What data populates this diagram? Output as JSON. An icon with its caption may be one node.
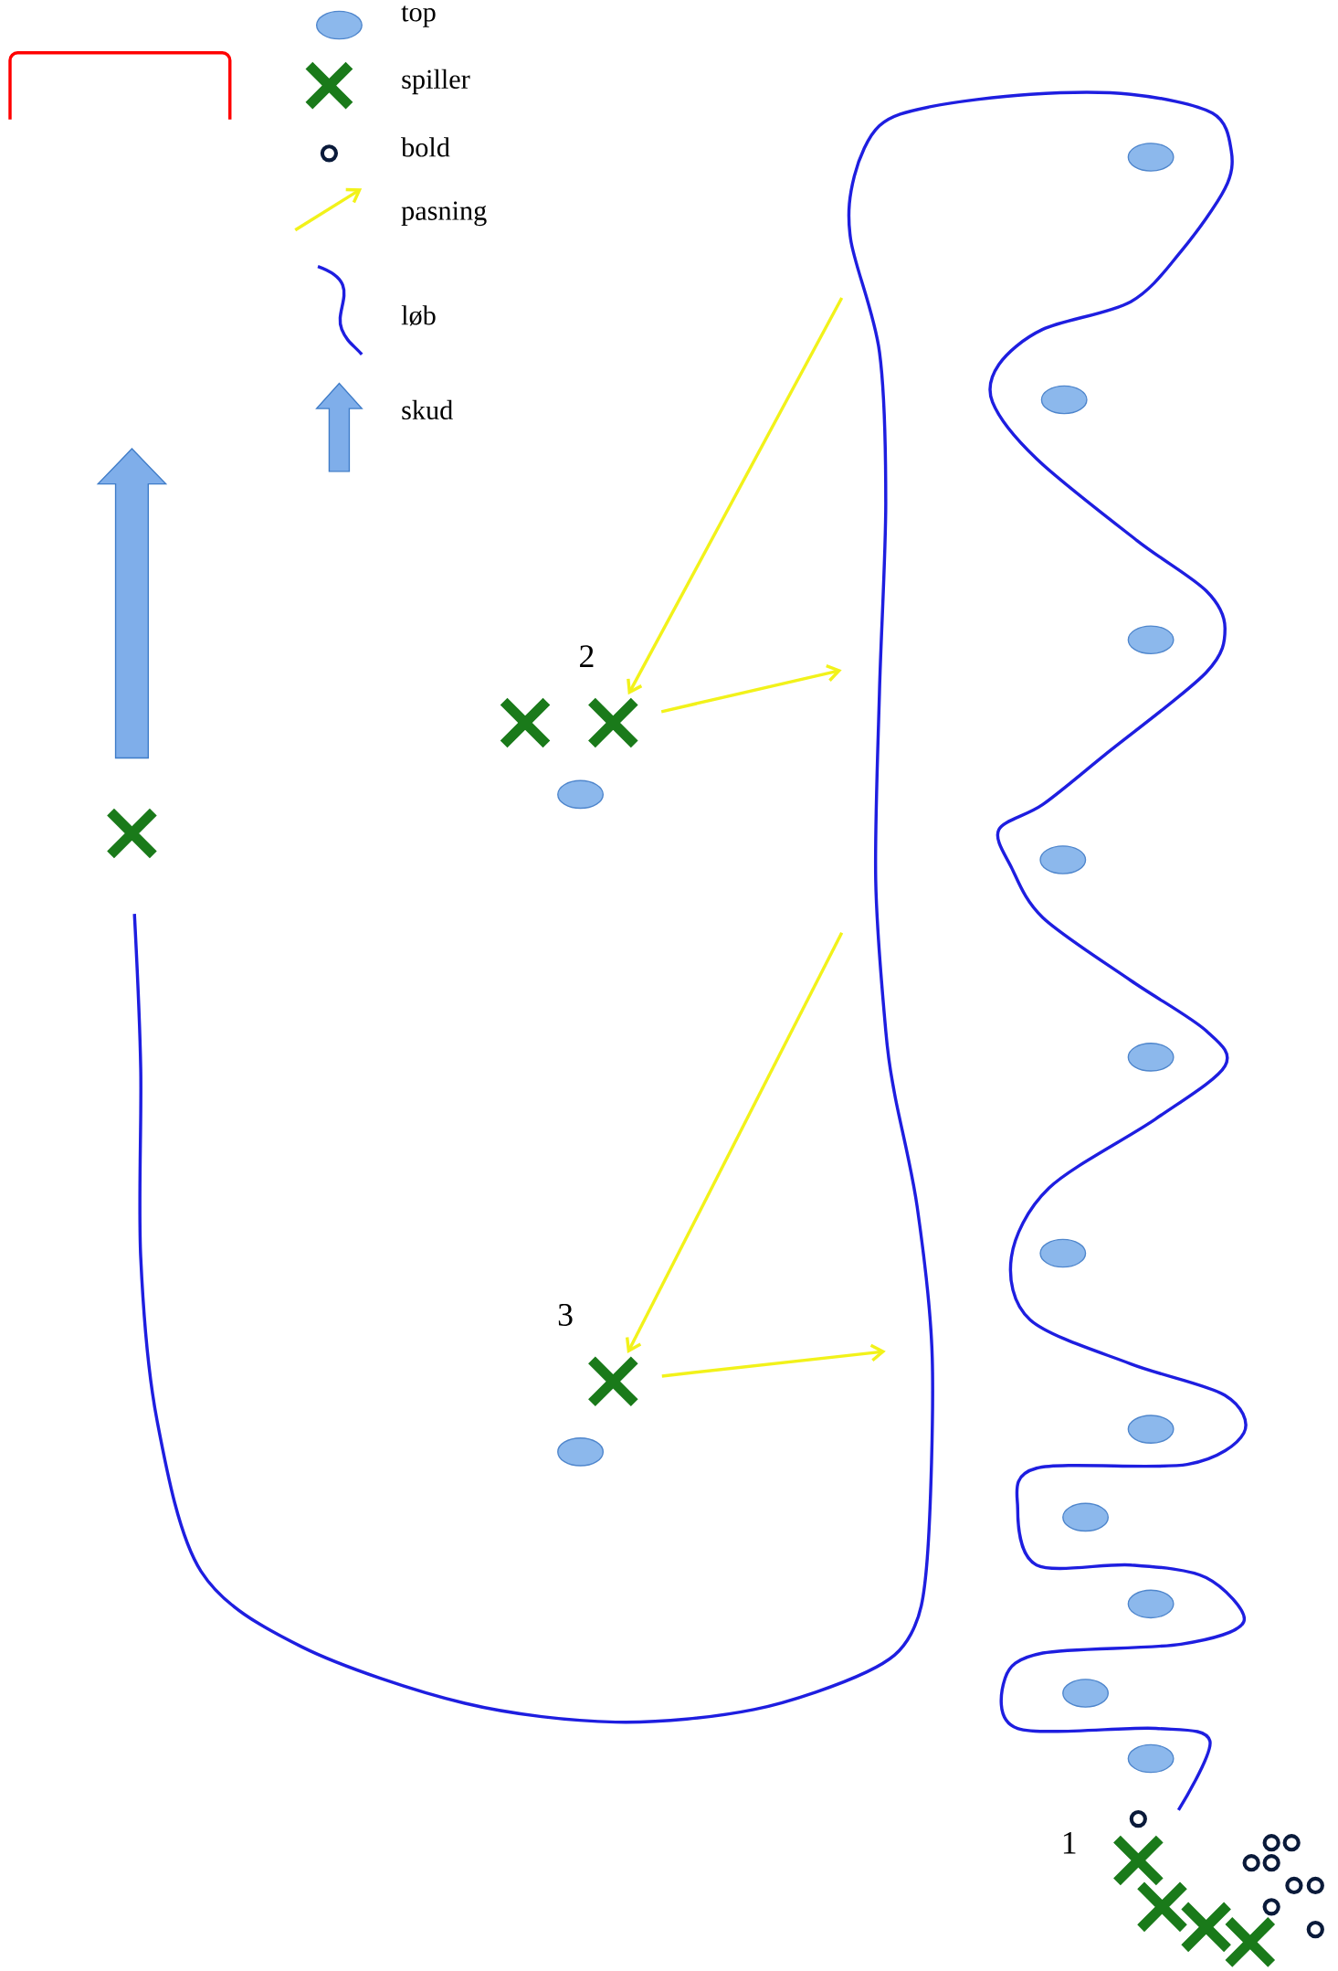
{
  "diagram": {
    "nodes": [
      {
        "text": [],
        "shape": "cross"
      },
      {
        "text": [],
        "shape": "cross"
      }
    ],
    "edges": [
      {
        "from": null,
        "to": 0,
        "arrow": "to"
      },
      {
        "from": 0,
        "to": null,
        "arrow": "to"
      },
      {
        "from": null,
        "to": 1,
        "arrow": "to"
      },
      {
        "from": 1,
        "to": null,
        "arrow": "to"
      }
    ],
    "labels": [
      "2",
      "3",
      "1"
    ],
    "legend": [
      {
        "text": "top"
      },
      {
        "text": "spiller"
      },
      {
        "text": "bold"
      },
      {
        "text": "pasning"
      },
      {
        "text": "løb"
      },
      {
        "text": "skud"
      }
    ]
  }
}
